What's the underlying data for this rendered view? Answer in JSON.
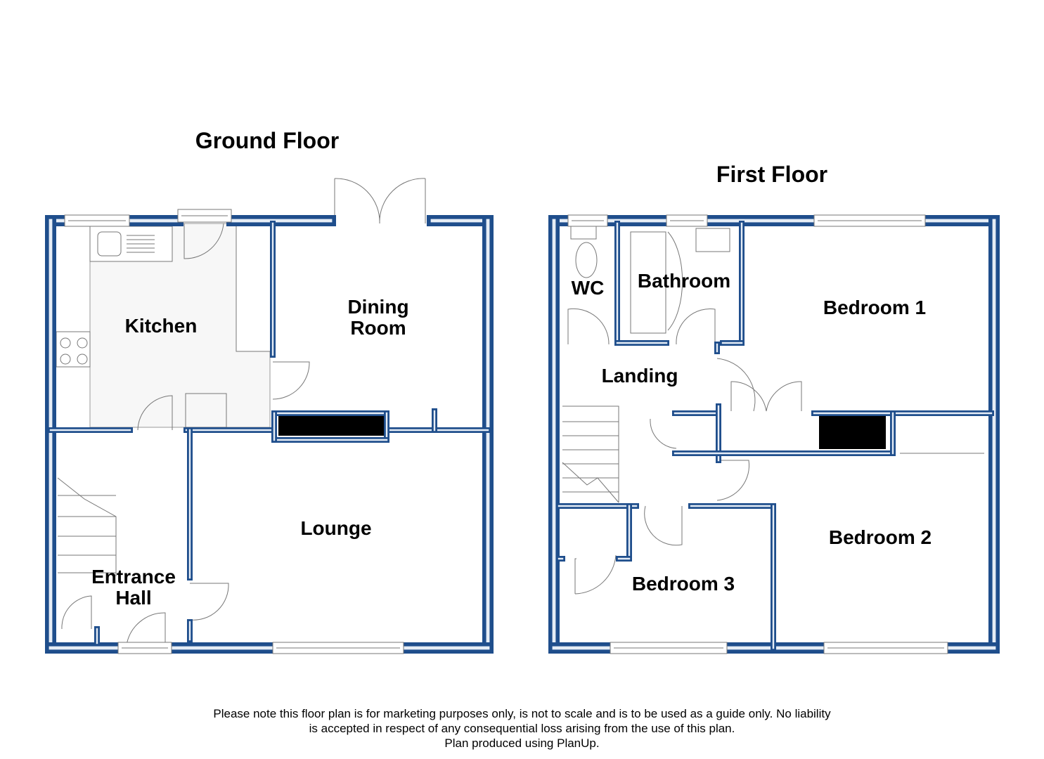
{
  "ground_floor": {
    "title": "Ground Floor",
    "rooms": {
      "kitchen": "Kitchen",
      "dining": "Dining\nRoom",
      "lounge": "Lounge",
      "hall": "Entrance\nHall"
    }
  },
  "first_floor": {
    "title": "First Floor",
    "rooms": {
      "wc": "WC",
      "bathroom": "Bathroom",
      "bedroom1": "Bedroom 1",
      "landing": "Landing",
      "bedroom2": "Bedroom 2",
      "bedroom3": "Bedroom 3"
    }
  },
  "disclaimer": {
    "line1": "Please note this floor plan is for marketing purposes only, is not to scale and is to be used as a guide only.  No liability",
    "line2": "is accepted in respect of any consequential loss arising from the use of this plan.",
    "line3": "Plan produced using PlanUp."
  },
  "colors": {
    "wall": "#1f4e8c",
    "wall_highlight": "#e6edf6",
    "fixture": "#6b7280"
  }
}
